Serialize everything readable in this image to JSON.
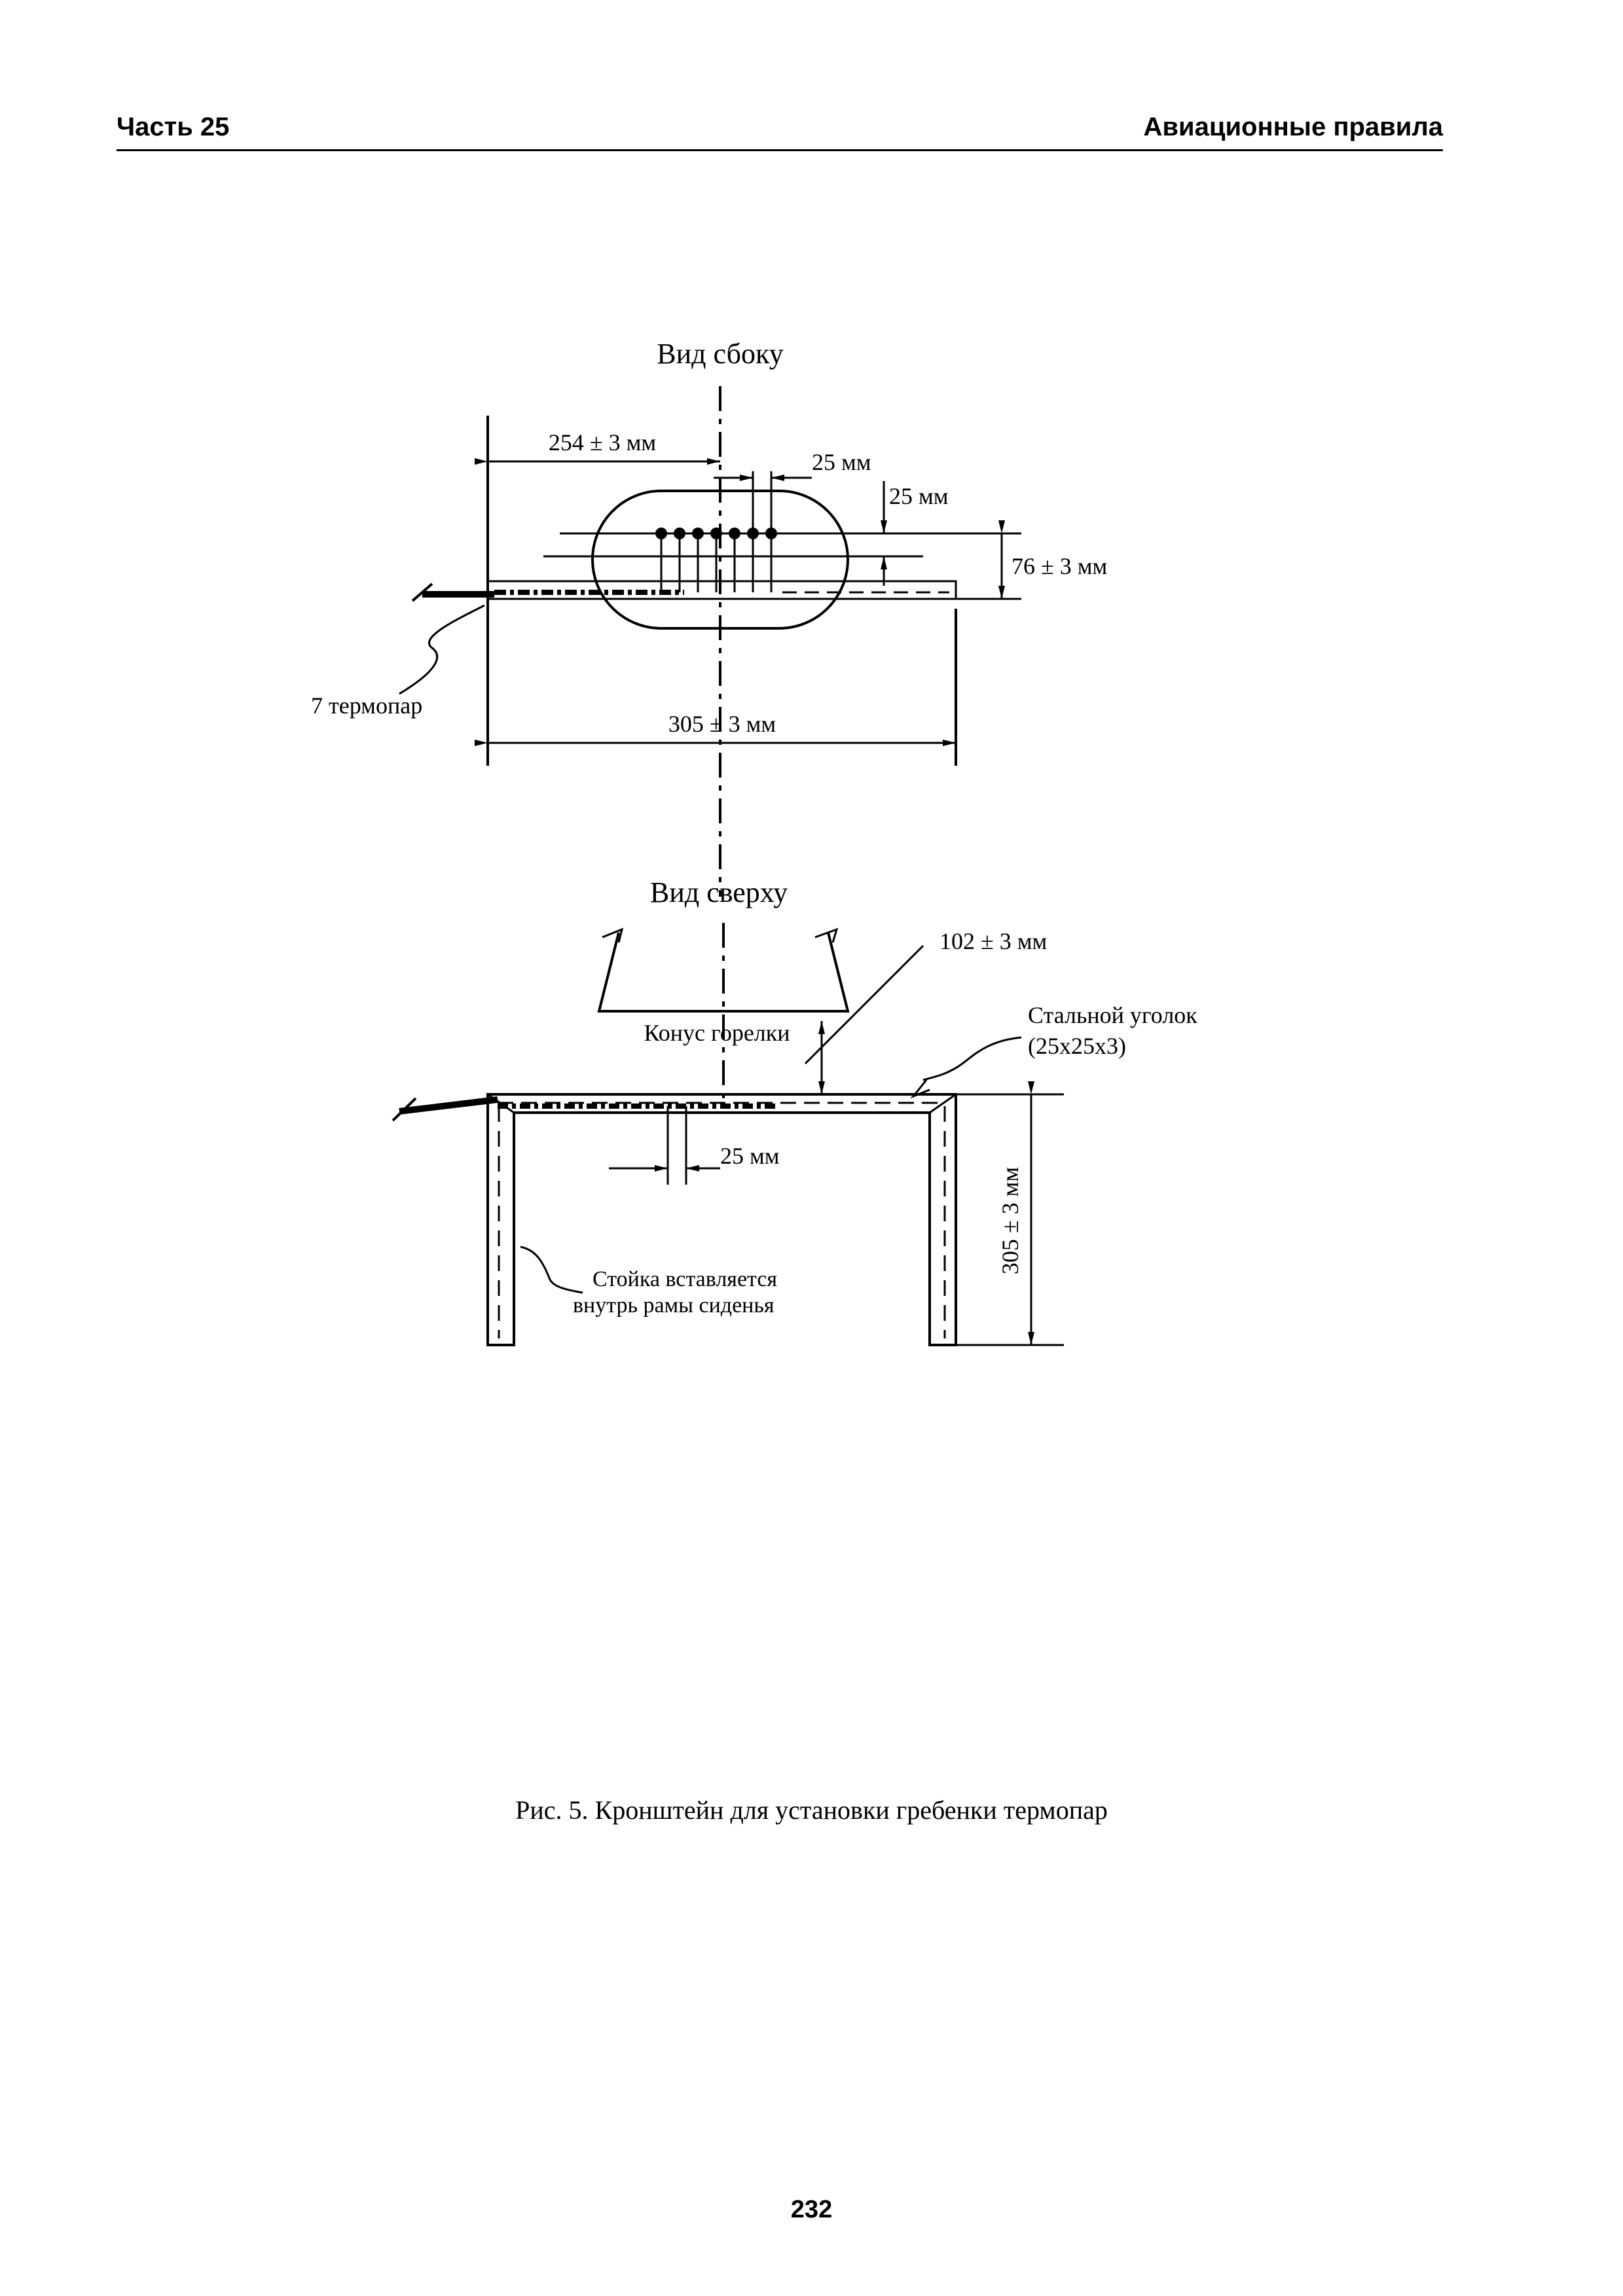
{
  "header": {
    "left": "Часть 25",
    "right": "Авиационные правила"
  },
  "figure": {
    "side_view": {
      "title": "Вид сбоку",
      "dim_254": "254 ± 3 мм",
      "dim_25_horizontal": "25 мм",
      "dim_25_vertical": "25 мм",
      "dim_76": "76 ± 3 мм",
      "thermocouples": "7 термопар",
      "dim_305": "305 ± 3 мм"
    },
    "top_view": {
      "title": "Вид сверху",
      "dim_102": "102 ± 3 мм",
      "burner_cone": "Конус горелки",
      "steel_angle_line1": "Стальной уголок",
      "steel_angle_line2": "(25x25x3)",
      "dim_25": "25 мм",
      "post_line1": "Стойка вставляется",
      "post_line2": "внутрь рамы сиденья",
      "dim_305_vertical": "305 ± 3 мм"
    }
  },
  "caption": "Рис. 5. Кронштейн для установки гребенки термопар",
  "page_number": "232"
}
